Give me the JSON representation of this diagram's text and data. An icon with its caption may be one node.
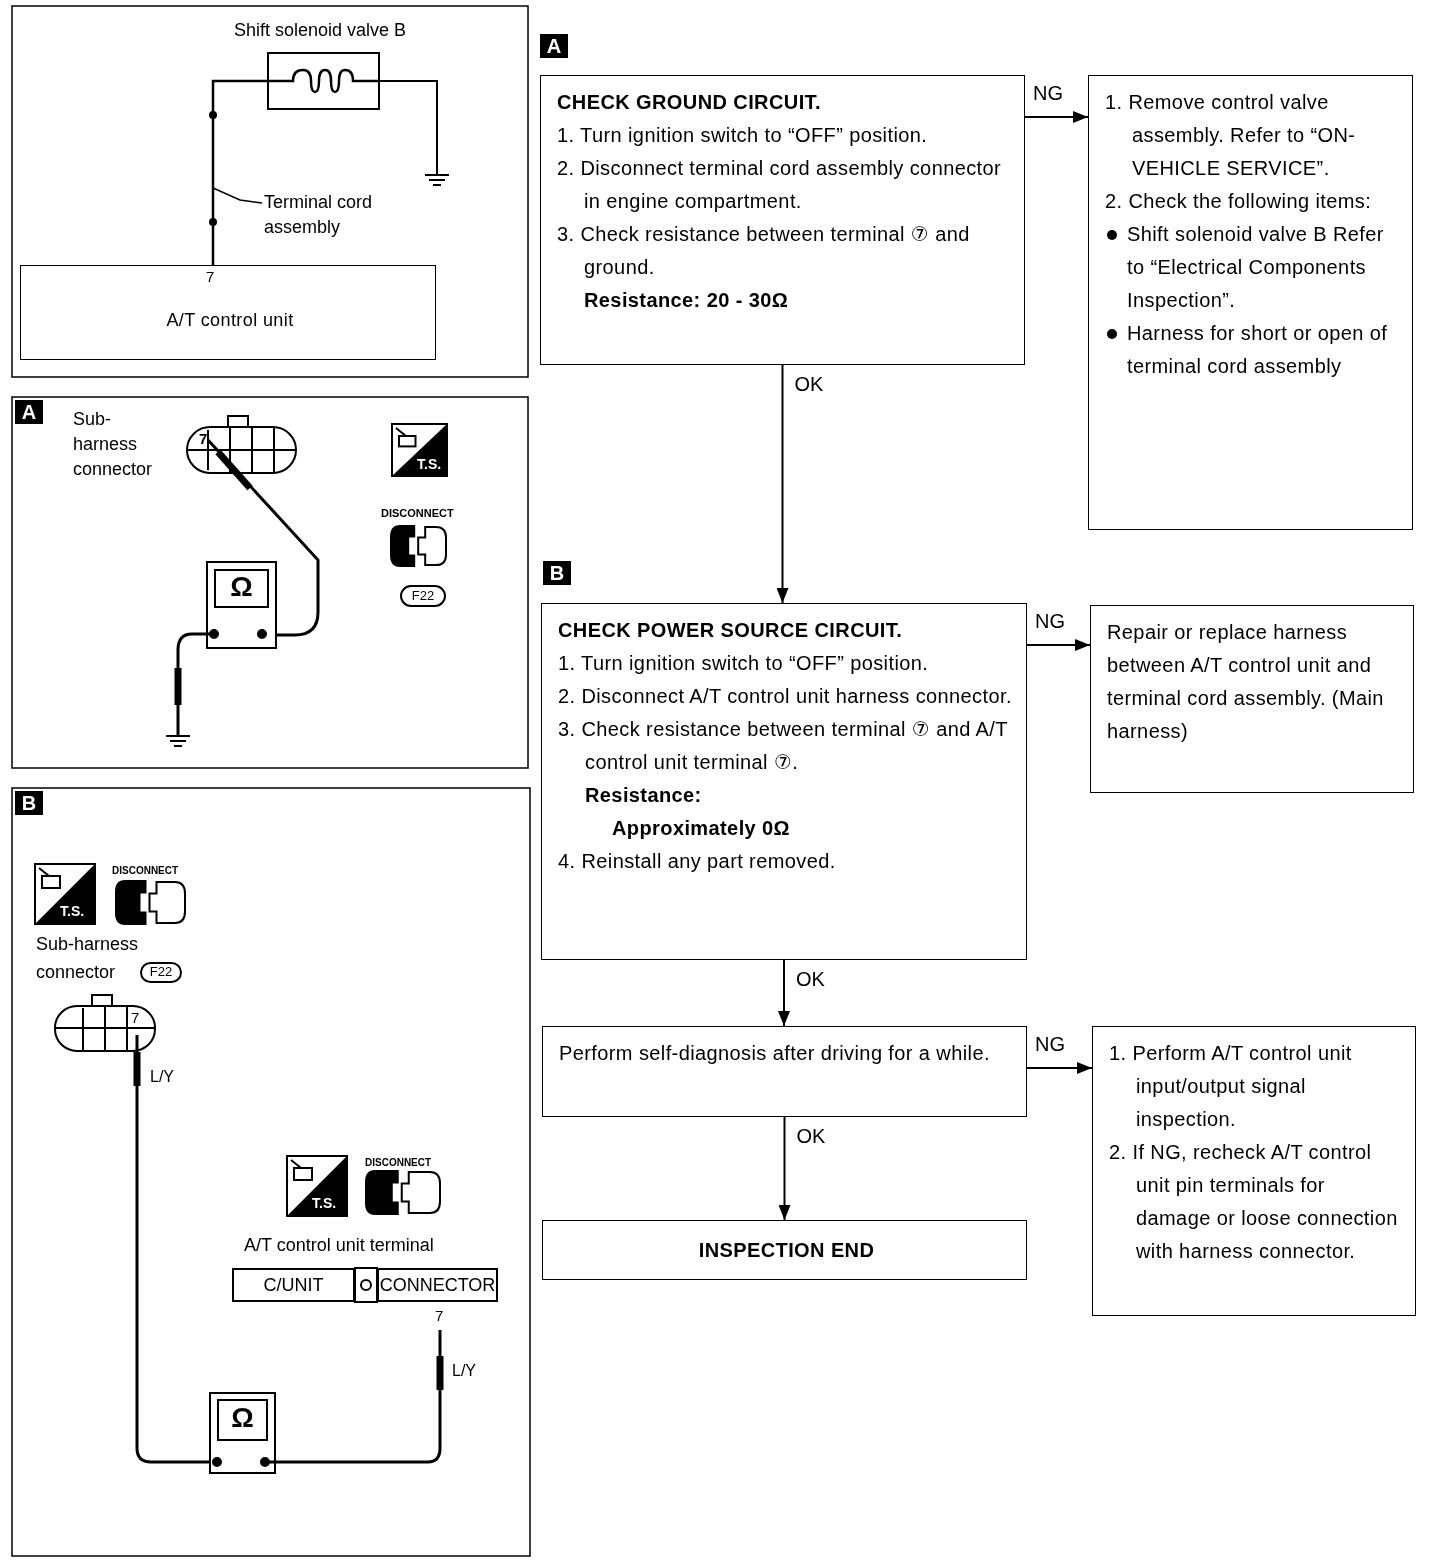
{
  "diagram": {
    "nodes": [
      {
        "text": [
          "Shift solenoid valve B"
        ]
      },
      {
        "text": [
          "A/T control unit"
        ]
      },
      {
        "text": [
          "Terminal cord assembly"
        ]
      },
      {
        "text": [
          "CHECK GROUND CIRCUIT.",
          "1. Turn ignition switch to “OFF” position.",
          "2. Disconnect terminal cord assembly connector in engine compartment.",
          "3. Check resistance between terminal ⑦ and ground.",
          "Resistance: 20 - 30Ω"
        ],
        "beside": [
          "A"
        ]
      },
      {
        "text": [
          "1. Remove control valve assembly. Refer to “ON-VEHICLE SERVICE”.",
          "2. Check the following items:",
          "Shift solenoid valve B Refer to “Electrical Components Inspection”.",
          "Harness for short or open of terminal cord assembly"
        ]
      },
      {
        "text": [
          "CHECK POWER SOURCE CIRCUIT.",
          "1. Turn ignition switch to “OFF” position.",
          "2. Disconnect A/T control unit harness connector.",
          "3. Check resistance between terminal ⑦ and A/T control unit terminal ⑦.",
          "Resistance:",
          "Approximately 0Ω",
          "4. Reinstall any part removed."
        ],
        "beside": [
          "B"
        ]
      },
      {
        "text": [
          "Repair or replace harness between A/T control unit and terminal cord assembly. (Main harness)"
        ]
      },
      {
        "text": [
          "Perform self-diagnosis after driving for a while."
        ]
      },
      {
        "text": [
          "1. Perform A/T control unit input/output signal inspection.",
          "2. If NG, recheck A/T control unit pin terminals for damage or loose connection with harness connector."
        ]
      },
      {
        "text": [
          "INSPECTION END"
        ]
      }
    ],
    "edges": [
      {
        "from": 0,
        "to": 1,
        "arrow": "none"
      },
      {
        "from": 2,
        "to": null,
        "arrow": "none"
      },
      {
        "from": 3,
        "to": 4,
        "arrow": "to",
        "label": "NG"
      },
      {
        "from": 3,
        "to": 5,
        "arrow": "to",
        "label": "OK"
      },
      {
        "from": 5,
        "to": 6,
        "arrow": "to",
        "label": "NG"
      },
      {
        "from": 5,
        "to": 7,
        "arrow": "to",
        "label": "OK"
      },
      {
        "from": 7,
        "to": 8,
        "arrow": "to",
        "label": "NG"
      },
      {
        "from": 7,
        "to": 9,
        "arrow": "to",
        "label": "OK"
      }
    ],
    "labels": [
      "7",
      "A",
      "Sub-harness connector",
      "7",
      "T.S.",
      "DISCONNECT",
      "F22",
      "Ω",
      "B",
      "T.S.",
      "DISCONNECT",
      "Sub-harness connector",
      "F22",
      "7",
      "L/Y",
      "T.S.",
      "DISCONNECT",
      "A/T control unit terminal",
      "C/UNIT",
      "CONNECTOR",
      "7",
      "L/Y",
      "Ω"
    ]
  }
}
